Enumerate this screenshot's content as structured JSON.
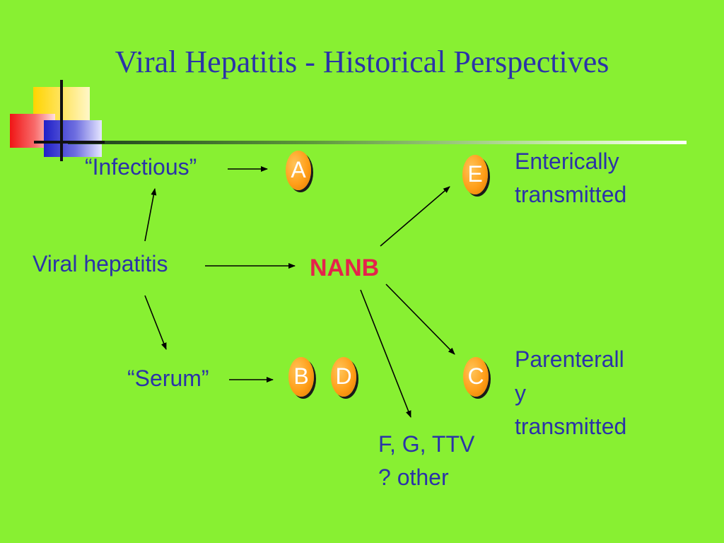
{
  "title": "Viral Hepatitis - Historical Perspectives",
  "labels": {
    "infectious": "“Infectious”",
    "viral_hepatitis": "Viral hepatitis",
    "serum": "“Serum”",
    "nanb": "NANB",
    "enteric_line1": "Enterically",
    "enteric_line2": "transmitted",
    "parenteral_line1": "Parenterall",
    "parenteral_line2": "y",
    "parenteral_line3": "transmitted",
    "other_line1": "F, G, TTV",
    "other_line2": "? other"
  },
  "badges": {
    "a": "A",
    "e": "E",
    "b": "B",
    "d": "D",
    "c": "C"
  },
  "colors": {
    "background": "#88f032",
    "text": "#2b33a8",
    "nanb": "#e5234b",
    "badge": "#ff9e18"
  }
}
